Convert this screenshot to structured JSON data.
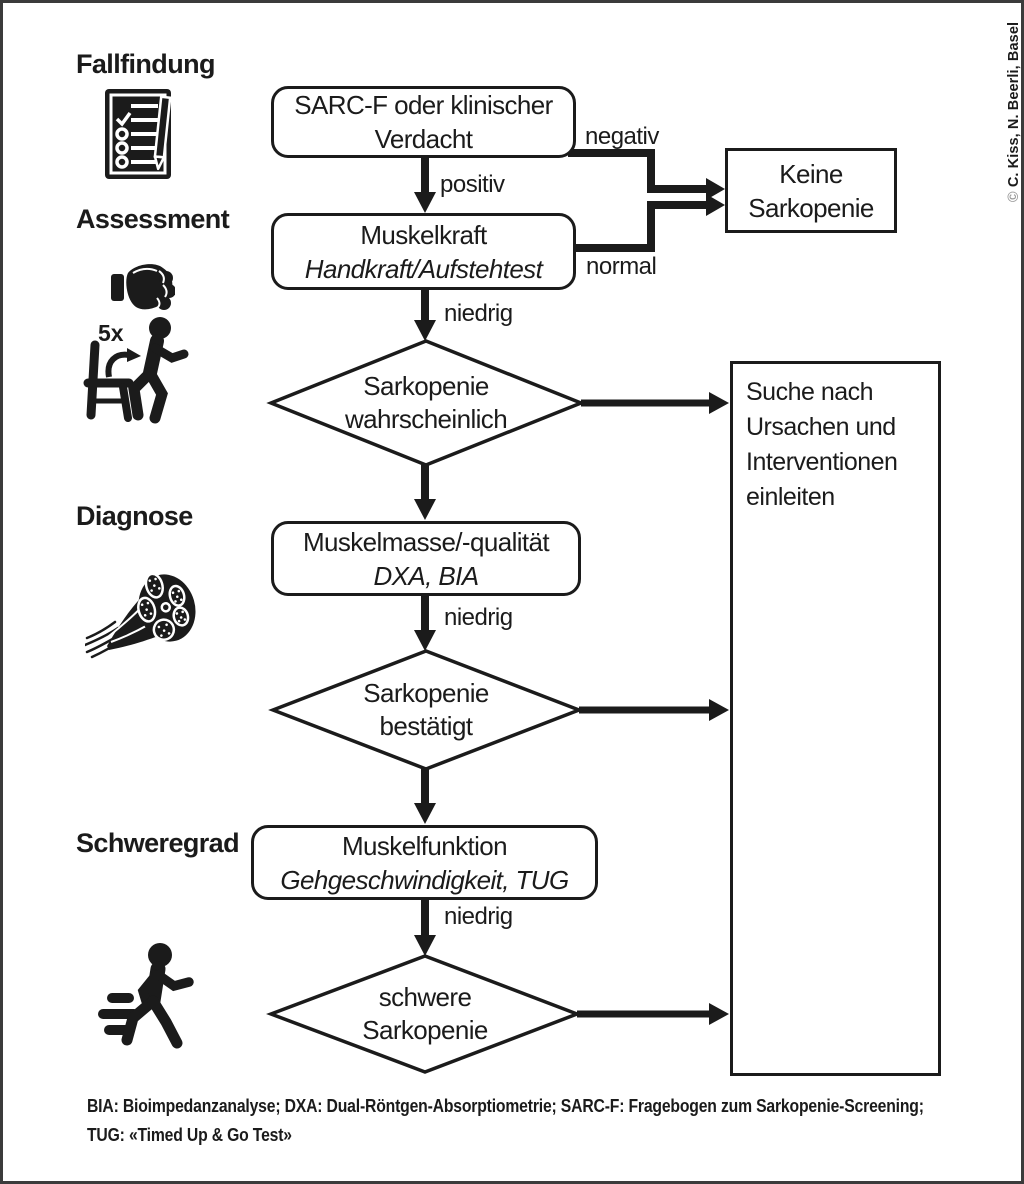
{
  "figure": {
    "colors": {
      "ink": "#1b1b1b",
      "background": "#ffffff",
      "frame": "#3b3b3b",
      "copyright_symbol_gray": "#9b9b9b"
    }
  },
  "stages": [
    {
      "label": "Fallfindung",
      "icon": "checklist-icon"
    },
    {
      "label": "Assessment",
      "icon": "handgrip-icon chair-stand-icon"
    },
    {
      "label": "Diagnose",
      "icon": "muscle-fiber-icon"
    },
    {
      "label": "Schweregrad",
      "icon": "walking-person-icon"
    }
  ],
  "nodes": {
    "sarcf": {
      "line1": "SARC-F oder klinischer",
      "line2": "Verdacht"
    },
    "muskelkraft": {
      "line1": "Muskelkraft",
      "line2": "Handkraft/Aufstehtest"
    },
    "sarkopenie_wahrscheinlich": {
      "line1": "Sarkopenie",
      "line2": "wahrscheinlich"
    },
    "muskelmasse": {
      "line1": "Muskelmasse/-qualität",
      "line2": "DXA, BIA"
    },
    "sarkopenie_bestaetigt": {
      "line1": "Sarkopenie",
      "line2": "bestätigt"
    },
    "muskelfunktion": {
      "line1": "Muskelfunktion",
      "line2": "Gehgeschwindigkeit, TUG"
    },
    "schwere_sarkopenie": {
      "line1": "schwere",
      "line2": "Sarkopenie"
    },
    "keine_sarkopenie": {
      "line1": "Keine",
      "line2": "Sarkopenie"
    },
    "suche": {
      "line1": "Suche nach",
      "line2": "Ursachen und",
      "line3": "Interventionen",
      "line4": "einleiten"
    }
  },
  "edge_labels": {
    "positiv": "positiv",
    "negativ": "negativ",
    "normal": "normal",
    "niedrig_1": "niedrig",
    "niedrig_2": "niedrig",
    "niedrig_3": "niedrig"
  },
  "icons": {
    "chair_stand_count": "5x"
  },
  "footnote": {
    "line1": "BIA: Bioimpedanzanalyse; DXA: Dual-Röntgen-Absorptiometrie; SARC-F: Fragebogen zum Sarkopenie-Screening;",
    "line2": "TUG: «Timed Up & Go Test»"
  },
  "copyright": {
    "symbol": "©",
    "text": "C. Kiss, N. Beerli, Basel"
  }
}
